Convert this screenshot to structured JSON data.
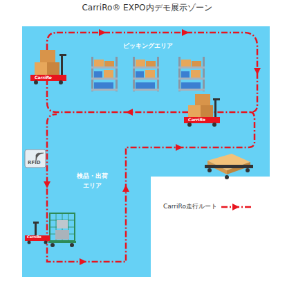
{
  "diagram": {
    "title": "CarriRo® EXPO内デモ展示ゾーン",
    "labels": [
      "ピッキングエリア",
      "検品・出荷 エリア",
      "RFID",
      "CarriRo",
      "CarriRo",
      "CarriRo"
    ],
    "legend": [
      {
        "text": "CarriRo走行ルート"
      }
    ]
  }
}
